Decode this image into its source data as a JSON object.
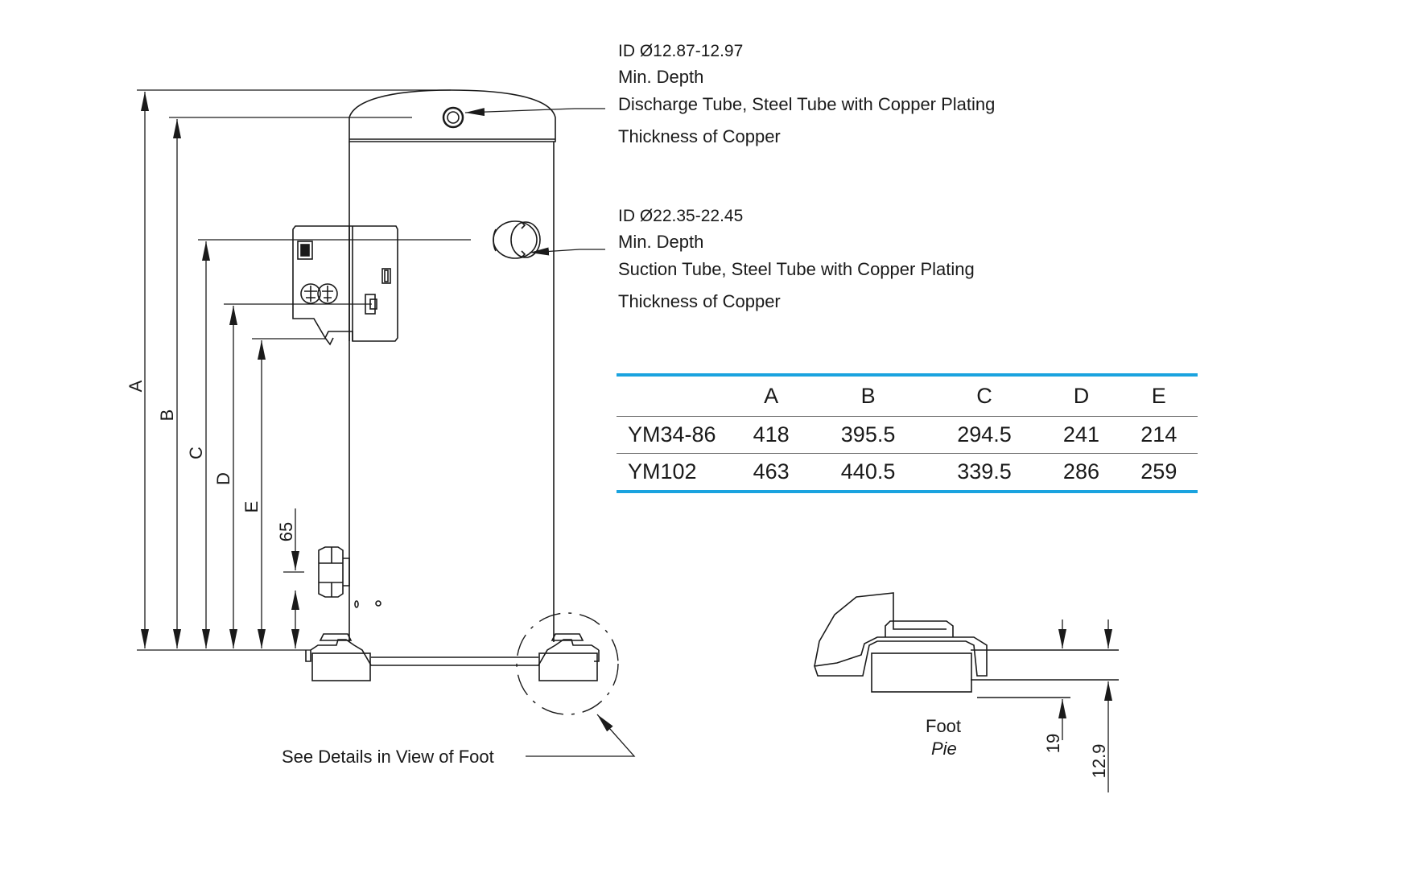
{
  "discharge": {
    "id": "ID Ø12.87-12.97",
    "min_depth": "Min. Depth",
    "tube": "Discharge Tube, Steel Tube with Copper Plating",
    "thickness": "Thickness of Copper"
  },
  "suction": {
    "id": "ID Ø22.35-22.45",
    "min_depth": "Min. Depth",
    "tube": "Suction Tube, Steel Tube with Copper Plating",
    "thickness": "Thickness of Copper"
  },
  "dimension_labels": {
    "a": "A",
    "b": "B",
    "c": "C",
    "d": "D",
    "e": "E",
    "sixtyfive": "65",
    "nineteen": "19",
    "twelve_nine": "12.9"
  },
  "see_details": "See Details in View of Foot",
  "foot_detail": {
    "label": "Foot",
    "label_alt": "Pie"
  },
  "table": {
    "headers": [
      "",
      "A",
      "B",
      "C",
      "D",
      "E"
    ],
    "rows": [
      {
        "model": "YM34-86",
        "values": [
          "418",
          "395.5",
          "294.5",
          "241",
          "214"
        ]
      },
      {
        "model": "YM102",
        "values": [
          "463",
          "440.5",
          "339.5",
          "286",
          "259"
        ]
      }
    ]
  },
  "colors": {
    "line": "#1a1a1a",
    "table_rule": "#1aa3df"
  }
}
